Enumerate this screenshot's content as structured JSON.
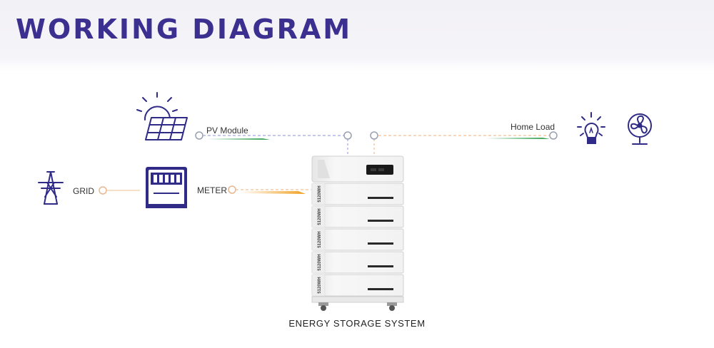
{
  "header": {
    "title": "WORKING DIAGRAM"
  },
  "labels": {
    "pv_module": "PV Module",
    "home_load": "Home Load",
    "grid": "GRID",
    "meter": "METER",
    "system": "ENERGY STORAGE SYSTEM"
  },
  "battery_modules": [
    "5120WH",
    "5120WH",
    "5120WH",
    "5120WH",
    "5120WH"
  ],
  "icons": [
    "sun-icon",
    "solar-panel-icon",
    "power-tower-icon",
    "meter-icon",
    "light-bulb-icon",
    "fan-icon"
  ],
  "colors": {
    "title": "#3b2f8f",
    "icon_stroke": "#2f2b86",
    "pv_line": "#8f8fe0",
    "home_line": "#f0b07a",
    "green_arrow": "#2e9e4a",
    "orange_arrow": "#f0a020",
    "node_ring": "#9aa0b0"
  }
}
